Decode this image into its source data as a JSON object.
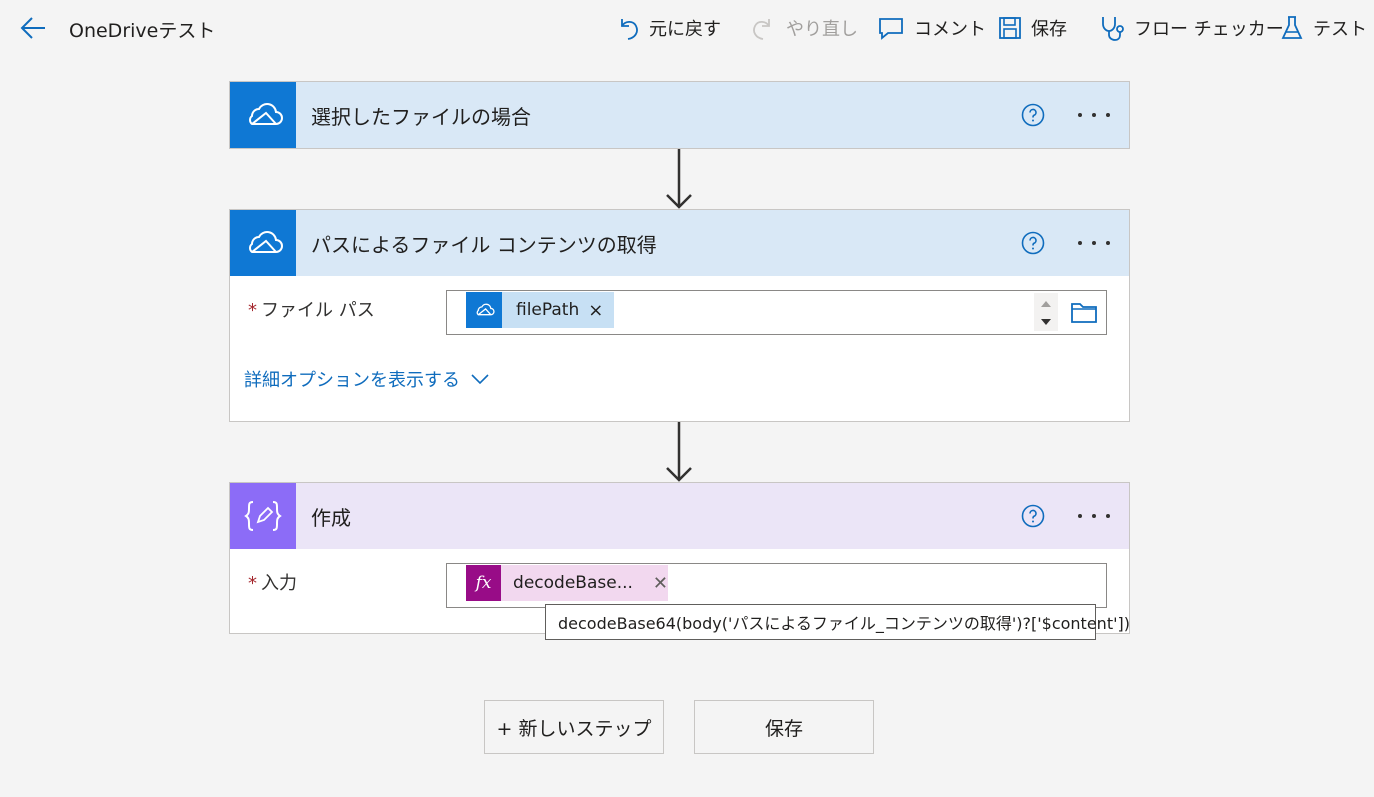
{
  "header": {
    "title": "OneDriveテスト",
    "commands": {
      "undo": "元に戻す",
      "redo": "やり直し",
      "comment": "コメント",
      "save": "保存",
      "flow_checker": "フロー チェッカー",
      "test": "テスト"
    }
  },
  "steps": [
    {
      "title": "選択したファイルの場合",
      "connector": "onedrive-icon"
    },
    {
      "title": "パスによるファイル コンテンツの取得",
      "connector": "onedrive-icon",
      "field_label": "ファイル パス",
      "required_mark": "*",
      "token": "filePath",
      "token_close": "×",
      "advanced_link": "詳細オプションを表示する"
    },
    {
      "title": "作成",
      "connector": "compose-icon",
      "field_label": "入力",
      "required_mark": "*",
      "token": "decodeBase...",
      "token_close": "✕",
      "tooltip": "decodeBase64(body('パスによるファイル_コンテンツの取得')?['$content'])"
    }
  ],
  "footer": {
    "new_step": "+ 新しいステップ",
    "save": "保存"
  },
  "colors": {
    "onedrive": "#0f78d4",
    "compose": "#8c6cf7",
    "expression_token": "#980c87",
    "link": "#0f6cbd"
  }
}
